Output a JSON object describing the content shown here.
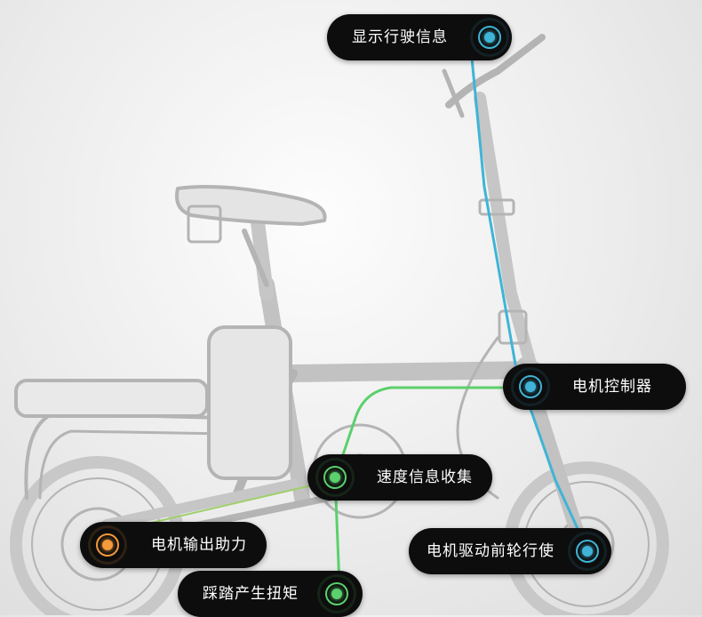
{
  "callouts": [
    {
      "label": "显示行驶信息",
      "color": "#3fb4d6"
    },
    {
      "label": "电机控制器",
      "color": "#3fb4d6"
    },
    {
      "label": "速度信息收集",
      "color": "#5bd06c"
    },
    {
      "label": "电机输出助力",
      "color": "#f39a3a"
    },
    {
      "label": "电机驱动前轮行使",
      "color": "#3fb4d6"
    },
    {
      "label": "踩踏产生扭矩",
      "color": "#5bd06c"
    }
  ],
  "icons": {
    "illustration": "folding-electric-bicycle",
    "hotspot": "target-dot-icon"
  }
}
